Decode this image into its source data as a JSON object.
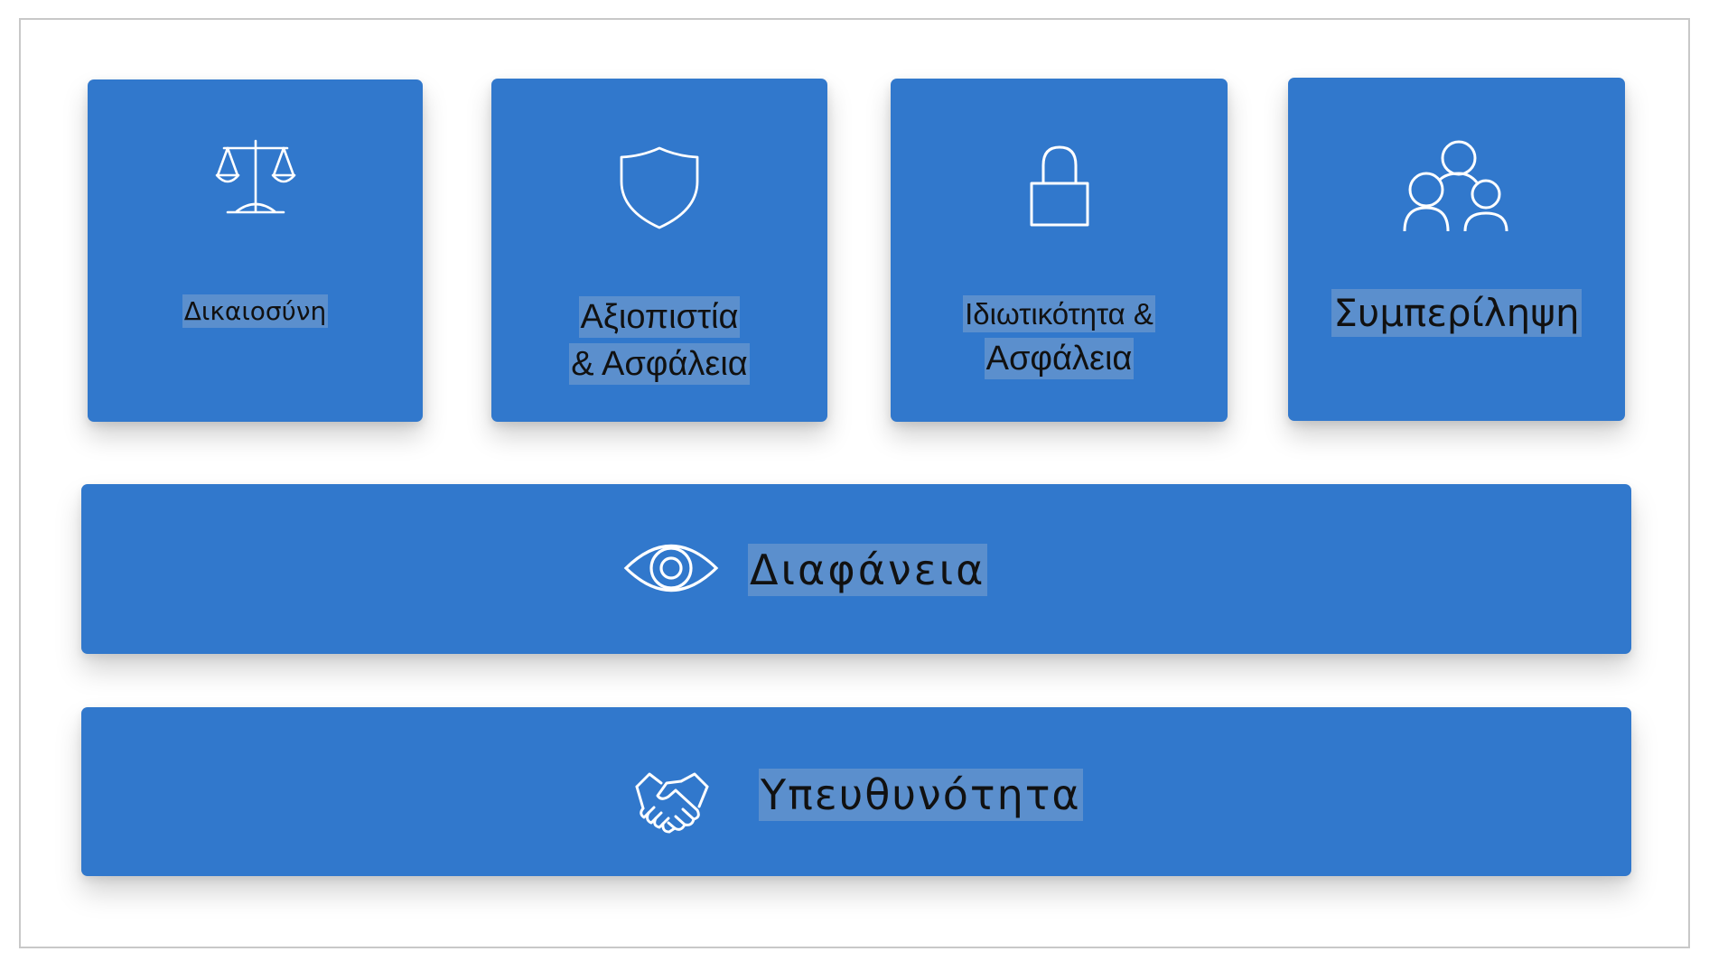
{
  "cards": [
    {
      "label": "Δικαιοσύνη",
      "icon": "scales-icon"
    },
    {
      "label_line1": "Αξιοπιστία",
      "label_line2": "& Ασφάλεια",
      "icon": "shield-icon"
    },
    {
      "label_line1": "Ιδιωτικότητα &",
      "label_line2": "Ασφάλεια",
      "icon": "lock-icon"
    },
    {
      "label": "Συμπερίληψη",
      "icon": "people-icon"
    }
  ],
  "bars": [
    {
      "label": "Διαφάνεια",
      "icon": "eye-icon"
    },
    {
      "label": "Υπευθυνότητα",
      "icon": "handshake-icon"
    }
  ],
  "colors": {
    "card_blue": "#3178cc",
    "label_highlight": "#5b8fcd",
    "frame_border": "#c8c8c8"
  }
}
